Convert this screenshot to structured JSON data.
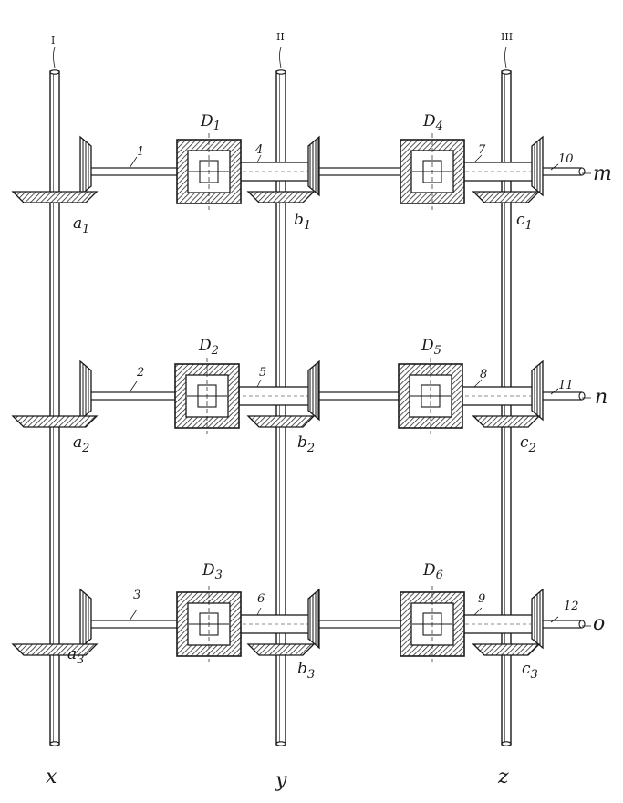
{
  "colors": {
    "ink": "#1a1a1a",
    "paper": "#ffffff",
    "hatch": "#2a2a2a"
  },
  "shafts": [
    {
      "id": "I",
      "roman": "I",
      "bottom": "x"
    },
    {
      "id": "II",
      "roman": "II",
      "bottom": "y"
    },
    {
      "id": "III",
      "roman": "III",
      "bottom": "z"
    }
  ],
  "rows": [
    {
      "end": "m",
      "gears": [
        "a",
        "b",
        "c"
      ],
      "sub": "1",
      "diffs": [
        "D",
        "D"
      ],
      "diff_subs": [
        "1",
        "4"
      ],
      "nums": [
        "1",
        "4",
        "7",
        "10"
      ]
    },
    {
      "end": "n",
      "gears": [
        "a",
        "b",
        "c"
      ],
      "sub": "2",
      "diffs": [
        "D",
        "D"
      ],
      "diff_subs": [
        "2",
        "5"
      ],
      "nums": [
        "2",
        "5",
        "8",
        "11"
      ]
    },
    {
      "end": "o",
      "gears": [
        "a",
        "b",
        "c"
      ],
      "sub": "3",
      "diffs": [
        "D",
        "D"
      ],
      "diff_subs": [
        "3",
        "6"
      ],
      "nums": [
        "3",
        "6",
        "9",
        "12"
      ]
    }
  ]
}
